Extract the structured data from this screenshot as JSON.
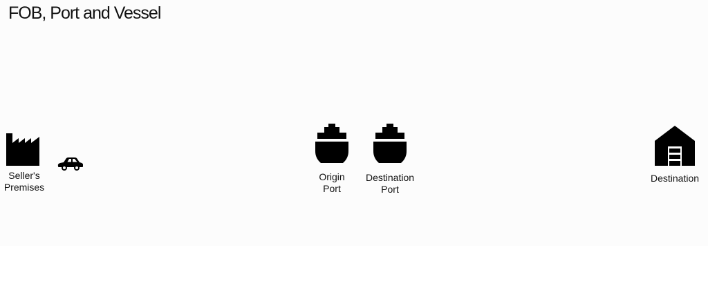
{
  "title": "FOB, Port and Vessel",
  "colors": {
    "background": "#fcfcfc",
    "icon": "#000000",
    "text": "#111111"
  },
  "nodes": {
    "sellers_premises": {
      "label": "Seller's\nPremises",
      "icon": "factory-icon"
    },
    "transport": {
      "icon": "car-icon"
    },
    "origin_port": {
      "label": "Origin\nPort",
      "icon": "ship-icon"
    },
    "destination_port": {
      "label": "Destination\nPort",
      "icon": "ship-icon"
    },
    "destination": {
      "label": "Destination",
      "icon": "warehouse-icon"
    }
  }
}
